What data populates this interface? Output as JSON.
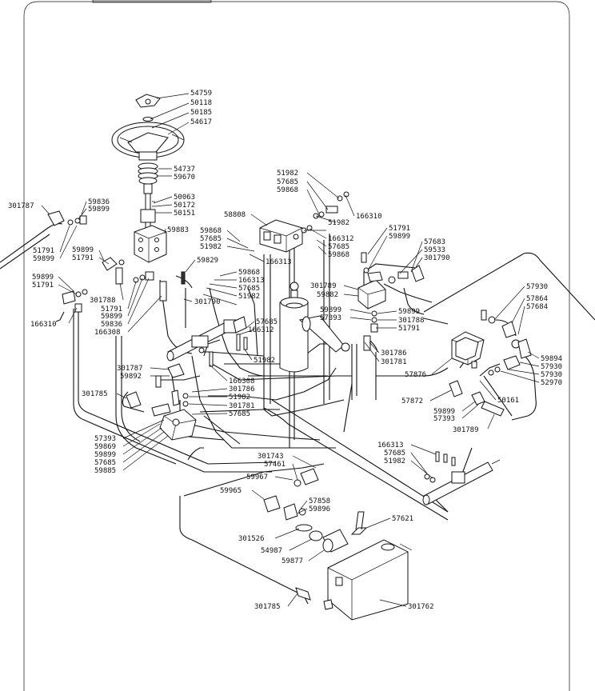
{
  "diagram": {
    "labels": [
      {
        "id": "l1",
        "text": "54759"
      },
      {
        "id": "l2",
        "text": "50118"
      },
      {
        "id": "l3",
        "text": "50185"
      },
      {
        "id": "l4",
        "text": "54617"
      },
      {
        "id": "l5",
        "text": "54737"
      },
      {
        "id": "l6",
        "text": "59670"
      },
      {
        "id": "l7",
        "text": "50063"
      },
      {
        "id": "l8",
        "text": "50172"
      },
      {
        "id": "l9",
        "text": "50151"
      },
      {
        "id": "l10",
        "text": "301787"
      },
      {
        "id": "l11",
        "text": "59836"
      },
      {
        "id": "l12",
        "text": "59899"
      },
      {
        "id": "l13",
        "text": "59883"
      },
      {
        "id": "l14",
        "text": "51791"
      },
      {
        "id": "l15",
        "text": "59899"
      },
      {
        "id": "l16",
        "text": "59899"
      },
      {
        "id": "l17",
        "text": "51791"
      },
      {
        "id": "l18",
        "text": "59829"
      },
      {
        "id": "l19",
        "text": "59899"
      },
      {
        "id": "l20",
        "text": "51791"
      },
      {
        "id": "l21",
        "text": "166310"
      },
      {
        "id": "l22",
        "text": "301788"
      },
      {
        "id": "l23",
        "text": "51791"
      },
      {
        "id": "l24",
        "text": "59899"
      },
      {
        "id": "l25",
        "text": "59836"
      },
      {
        "id": "l26",
        "text": "166308"
      },
      {
        "id": "l27",
        "text": "301790"
      },
      {
        "id": "l28",
        "text": "51982"
      },
      {
        "id": "l29",
        "text": "57685"
      },
      {
        "id": "l30",
        "text": "59868"
      },
      {
        "id": "l31",
        "text": "166310"
      },
      {
        "id": "l32",
        "text": "58808"
      },
      {
        "id": "l33",
        "text": "51982"
      },
      {
        "id": "l34",
        "text": "59868"
      },
      {
        "id": "l35",
        "text": "57685"
      },
      {
        "id": "l36",
        "text": "51982"
      },
      {
        "id": "l37",
        "text": "166312"
      },
      {
        "id": "l38",
        "text": "57685"
      },
      {
        "id": "l39",
        "text": "59868"
      },
      {
        "id": "l40",
        "text": "166313"
      },
      {
        "id": "l41",
        "text": "59868"
      },
      {
        "id": "l42",
        "text": "166313"
      },
      {
        "id": "l43",
        "text": "57685"
      },
      {
        "id": "l44",
        "text": "51982"
      },
      {
        "id": "l45",
        "text": "51791"
      },
      {
        "id": "l46",
        "text": "59899"
      },
      {
        "id": "l47",
        "text": "57683"
      },
      {
        "id": "l48",
        "text": "59533"
      },
      {
        "id": "l49",
        "text": "301790"
      },
      {
        "id": "l50",
        "text": "301789"
      },
      {
        "id": "l51",
        "text": "59882"
      },
      {
        "id": "l52",
        "text": "57930"
      },
      {
        "id": "l53",
        "text": "57864"
      },
      {
        "id": "l54",
        "text": "57684"
      },
      {
        "id": "l55",
        "text": "59899"
      },
      {
        "id": "l56",
        "text": "57393"
      },
      {
        "id": "l57",
        "text": "59899"
      },
      {
        "id": "l58",
        "text": "301788"
      },
      {
        "id": "l59",
        "text": "51791"
      },
      {
        "id": "l60",
        "text": "57685"
      },
      {
        "id": "l61",
        "text": "166312"
      },
      {
        "id": "l62",
        "text": "301786"
      },
      {
        "id": "l63",
        "text": "301781"
      },
      {
        "id": "l64",
        "text": "51982"
      },
      {
        "id": "l65",
        "text": "59894"
      },
      {
        "id": "l66",
        "text": "57930"
      },
      {
        "id": "l67",
        "text": "57930"
      },
      {
        "id": "l68",
        "text": "52970"
      },
      {
        "id": "l69",
        "text": "57876"
      },
      {
        "id": "l70",
        "text": "301787"
      },
      {
        "id": "l71",
        "text": "59892"
      },
      {
        "id": "l72",
        "text": "166308"
      },
      {
        "id": "l73",
        "text": "301786"
      },
      {
        "id": "l74",
        "text": "51982"
      },
      {
        "id": "l75",
        "text": "301781"
      },
      {
        "id": "l76",
        "text": "57685"
      },
      {
        "id": "l77",
        "text": "301785"
      },
      {
        "id": "l78",
        "text": "57872"
      },
      {
        "id": "l79",
        "text": "50161"
      },
      {
        "id": "l80",
        "text": "59899"
      },
      {
        "id": "l81",
        "text": "57393"
      },
      {
        "id": "l82",
        "text": "301789"
      },
      {
        "id": "l83",
        "text": "57393"
      },
      {
        "id": "l84",
        "text": "59869"
      },
      {
        "id": "l85",
        "text": "59899"
      },
      {
        "id": "l86",
        "text": "57685"
      },
      {
        "id": "l87",
        "text": "59885"
      },
      {
        "id": "l88",
        "text": "166313"
      },
      {
        "id": "l89",
        "text": "57685"
      },
      {
        "id": "l90",
        "text": "51982"
      },
      {
        "id": "l91",
        "text": "301743"
      },
      {
        "id": "l92",
        "text": "57461"
      },
      {
        "id": "l93",
        "text": "59967"
      },
      {
        "id": "l94",
        "text": "59965"
      },
      {
        "id": "l95",
        "text": "57858"
      },
      {
        "id": "l96",
        "text": "59896"
      },
      {
        "id": "l97",
        "text": "57621"
      },
      {
        "id": "l98",
        "text": "301526"
      },
      {
        "id": "l99",
        "text": "54987"
      },
      {
        "id": "l100",
        "text": "59877"
      },
      {
        "id": "l101",
        "text": "301785"
      },
      {
        "id": "l102",
        "text": "301762"
      }
    ]
  }
}
